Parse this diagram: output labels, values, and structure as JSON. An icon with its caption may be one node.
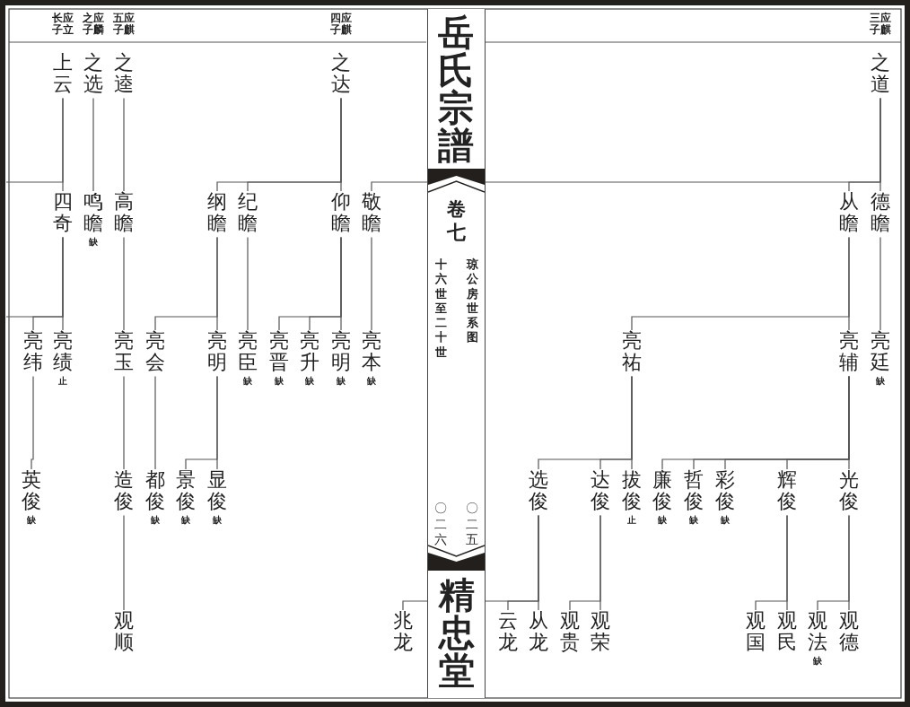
{
  "diagram": {
    "title": "岳氏宗譜",
    "nodes": [
      {
        "text": [
          "上云"
        ],
        "beside": [
          "应立长子"
        ]
      },
      {
        "text": [
          "之选"
        ],
        "beside": [
          "应麟之子"
        ]
      },
      {
        "text": [
          "之逵"
        ],
        "beside": [
          "应麒五子"
        ]
      },
      {
        "text": [
          "之达"
        ],
        "beside": [
          "应麒四子"
        ]
      },
      {
        "text": [
          "之道"
        ],
        "beside": [
          "应麒三子"
        ]
      },
      {
        "text": [
          "四奇"
        ]
      },
      {
        "text": [
          "鸣瞻"
        ],
        "beside": [
          "缺"
        ]
      },
      {
        "text": [
          "高瞻"
        ]
      },
      {
        "text": [
          "纲瞻"
        ]
      },
      {
        "text": [
          "纪瞻"
        ]
      },
      {
        "text": [
          "仰瞻"
        ]
      },
      {
        "text": [
          "敬瞻"
        ]
      },
      {
        "text": [
          "从瞻"
        ]
      },
      {
        "text": [
          "德瞻"
        ]
      },
      {
        "text": [
          "亮纬"
        ]
      },
      {
        "text": [
          "亮绩"
        ],
        "beside": [
          "止"
        ]
      },
      {
        "text": [
          "亮玉"
        ]
      },
      {
        "text": [
          "亮会"
        ]
      },
      {
        "text": [
          "亮明"
        ]
      },
      {
        "text": [
          "亮臣"
        ],
        "beside": [
          "缺"
        ]
      },
      {
        "text": [
          "亮晋"
        ],
        "beside": [
          "缺"
        ]
      },
      {
        "text": [
          "亮升"
        ],
        "beside": [
          "缺"
        ]
      },
      {
        "text": [
          "亮明"
        ],
        "beside": [
          "缺"
        ]
      },
      {
        "text": [
          "亮本"
        ],
        "beside": [
          "缺"
        ]
      },
      {
        "text": [
          "亮祐"
        ]
      },
      {
        "text": [
          "亮辅"
        ]
      },
      {
        "text": [
          "亮廷"
        ],
        "beside": [
          "缺"
        ]
      },
      {
        "text": [
          "英俊"
        ],
        "beside": [
          "缺"
        ]
      },
      {
        "text": [
          "造俊"
        ]
      },
      {
        "text": [
          "都俊"
        ],
        "beside": [
          "缺"
        ]
      },
      {
        "text": [
          "景俊"
        ],
        "beside": [
          "缺"
        ]
      },
      {
        "text": [
          "显俊"
        ],
        "beside": [
          "缺"
        ]
      },
      {
        "text": [
          "选俊"
        ]
      },
      {
        "text": [
          "达俊"
        ]
      },
      {
        "text": [
          "拔俊"
        ],
        "beside": [
          "止"
        ]
      },
      {
        "text": [
          "廉俊"
        ],
        "beside": [
          "缺"
        ]
      },
      {
        "text": [
          "哲俊"
        ],
        "beside": [
          "缺"
        ]
      },
      {
        "text": [
          "彩俊"
        ],
        "beside": [
          "缺"
        ]
      },
      {
        "text": [
          "辉俊"
        ]
      },
      {
        "text": [
          "光俊"
        ]
      },
      {
        "text": [
          "观顺"
        ]
      },
      {
        "text": [
          "兆龙"
        ]
      },
      {
        "text": [
          "云龙"
        ]
      },
      {
        "text": [
          "从龙"
        ]
      },
      {
        "text": [
          "观贵"
        ]
      },
      {
        "text": [
          "观荣"
        ]
      },
      {
        "text": [
          "观国"
        ]
      },
      {
        "text": [
          "观民"
        ]
      },
      {
        "text": [
          "观法"
        ],
        "beside": [
          "缺"
        ]
      },
      {
        "text": [
          "观德"
        ]
      }
    ],
    "edges": [
      {
        "from": 0,
        "to": 5,
        "arrow": "none"
      },
      {
        "from": 0,
        "to": null,
        "arrow": "none"
      },
      {
        "from": 1,
        "to": 6,
        "arrow": "none"
      },
      {
        "from": 2,
        "to": 7,
        "arrow": "none"
      },
      {
        "from": 3,
        "to": 8,
        "arrow": "none"
      },
      {
        "from": 3,
        "to": 9,
        "arrow": "none"
      },
      {
        "from": 3,
        "to": 10,
        "arrow": "none"
      },
      {
        "from": 4,
        "to": 13,
        "arrow": "none"
      },
      {
        "from": 4,
        "to": 12,
        "arrow": "none"
      },
      {
        "from": 4,
        "to": 11,
        "arrow": "none"
      },
      {
        "from": 5,
        "to": 15,
        "arrow": "none"
      },
      {
        "from": 5,
        "to": 14,
        "arrow": "none"
      },
      {
        "from": 5,
        "to": null,
        "arrow": "none"
      },
      {
        "from": 7,
        "to": 16,
        "arrow": "none"
      },
      {
        "from": 8,
        "to": 18,
        "arrow": "none"
      },
      {
        "from": 8,
        "to": 17,
        "arrow": "none"
      },
      {
        "from": 9,
        "to": 19,
        "arrow": "none"
      },
      {
        "from": 10,
        "to": 22,
        "arrow": "none"
      },
      {
        "from": 10,
        "to": 21,
        "arrow": "none"
      },
      {
        "from": 10,
        "to": 20,
        "arrow": "none"
      },
      {
        "from": 11,
        "to": 23,
        "arrow": "none"
      },
      {
        "from": 12,
        "to": 25,
        "arrow": "none"
      },
      {
        "from": 12,
        "to": 24,
        "arrow": "none"
      },
      {
        "from": 13,
        "to": 26,
        "arrow": "none"
      },
      {
        "from": 14,
        "to": 27,
        "arrow": "none"
      },
      {
        "from": 16,
        "to": 28,
        "arrow": "none"
      },
      {
        "from": 17,
        "to": 29,
        "arrow": "none"
      },
      {
        "from": 18,
        "to": 31,
        "arrow": "none"
      },
      {
        "from": 18,
        "to": 30,
        "arrow": "none"
      },
      {
        "from": 24,
        "to": 34,
        "arrow": "none"
      },
      {
        "from": 24,
        "to": 33,
        "arrow": "none"
      },
      {
        "from": 24,
        "to": 32,
        "arrow": "none"
      },
      {
        "from": 25,
        "to": 39,
        "arrow": "none"
      },
      {
        "from": 25,
        "to": 38,
        "arrow": "none"
      },
      {
        "from": 25,
        "to": 37,
        "arrow": "none"
      },
      {
        "from": 25,
        "to": 36,
        "arrow": "none"
      },
      {
        "from": 25,
        "to": 35,
        "arrow": "none"
      },
      {
        "from": 28,
        "to": 40,
        "arrow": "none"
      },
      {
        "from": 32,
        "to": 43,
        "arrow": "none"
      },
      {
        "from": 32,
        "to": 42,
        "arrow": "none"
      },
      {
        "from": 32,
        "to": 41,
        "arrow": "none"
      },
      {
        "from": 33,
        "to": 45,
        "arrow": "none"
      },
      {
        "from": 33,
        "to": 44,
        "arrow": "none"
      },
      {
        "from": 38,
        "to": 47,
        "arrow": "none"
      },
      {
        "from": 38,
        "to": 46,
        "arrow": "none"
      },
      {
        "from": 39,
        "to": 49,
        "arrow": "none"
      },
      {
        "from": 39,
        "to": 48,
        "arrow": "none"
      }
    ],
    "labels": [
      "卷七",
      "琼公房世系图",
      "十六世至二十世",
      "〇二五",
      "〇二六",
      "精忠堂"
    ]
  }
}
